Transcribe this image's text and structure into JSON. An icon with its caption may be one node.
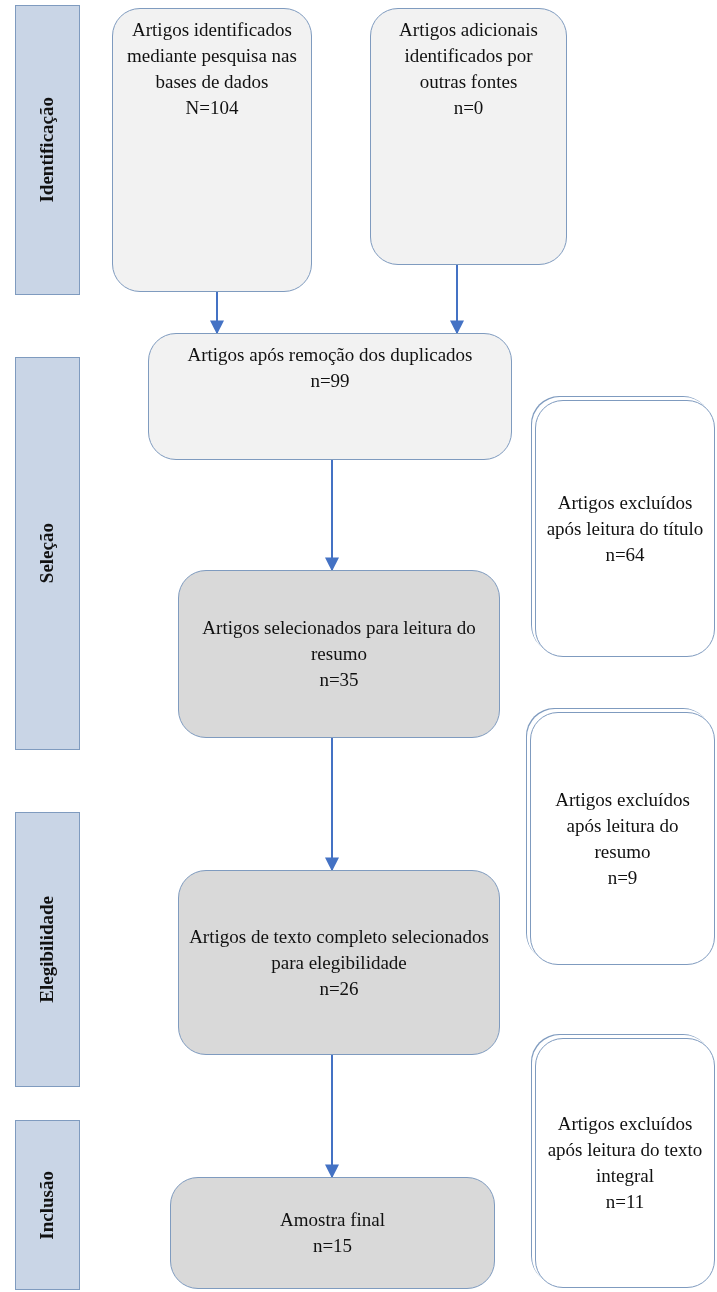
{
  "diagram": {
    "nodes": [
      {
        "text": [
          "Identificação"
        ]
      },
      {
        "text": [
          "Seleção"
        ]
      },
      {
        "text": [
          "Elegibilidade"
        ]
      },
      {
        "text": [
          "Inclusão"
        ]
      },
      {
        "text": [
          "Artigos identificados mediante pesquisa nas bases de dados",
          "N=104"
        ]
      },
      {
        "text": [
          "Artigos adicionais identificados por outras fontes",
          "n=0"
        ]
      },
      {
        "text": [
          "Artigos após remoção dos duplicados",
          "n=99"
        ]
      },
      {
        "text": [
          "Artigos excluídos após leitura do título",
          "n=64"
        ]
      },
      {
        "text": [
          "Artigos selecionados para leitura do resumo",
          "n=35"
        ]
      },
      {
        "text": [
          "Artigos excluídos após leitura do resumo",
          "n=9"
        ]
      },
      {
        "text": [
          "Artigos de texto completo selecionados para elegibilidade",
          "n=26"
        ]
      },
      {
        "text": [
          "Artigos excluídos após leitura do texto integral",
          "n=11"
        ]
      },
      {
        "text": [
          "Amostra final",
          "n=15"
        ]
      }
    ],
    "edges": [
      {
        "from": 4,
        "to": 6,
        "arrow": "to"
      },
      {
        "from": 5,
        "to": 6,
        "arrow": "to"
      },
      {
        "from": 6,
        "to": 8,
        "arrow": "to"
      },
      {
        "from": 8,
        "to": 10,
        "arrow": "to"
      },
      {
        "from": 10,
        "to": 12,
        "arrow": "to"
      }
    ]
  }
}
